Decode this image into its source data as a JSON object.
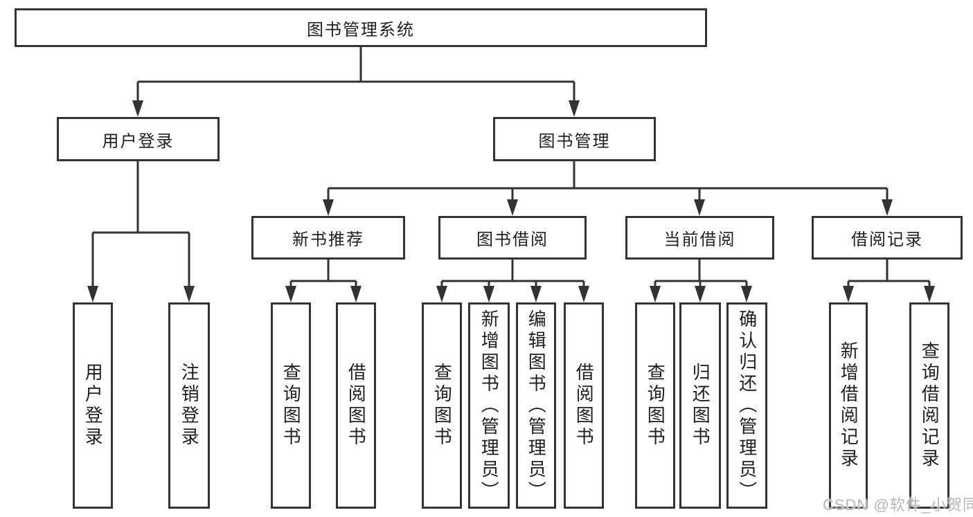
{
  "colors": {
    "line": "#333333",
    "box_border": "#333333",
    "box_background": "#ffffff",
    "text": "#1f1f1f",
    "watermark": "#b6b6b6"
  },
  "root": {
    "label": "图书管理系统"
  },
  "branches": {
    "user": {
      "label": "用户登录",
      "children": [
        {
          "label": "用户登录"
        },
        {
          "label": "注销登录"
        }
      ]
    },
    "book": {
      "label": "图书管理",
      "modules": [
        {
          "label": "新书推荐",
          "children": [
            {
              "label": "查询图书"
            },
            {
              "label": "借阅图书"
            }
          ]
        },
        {
          "label": "图书借阅",
          "children": [
            {
              "label": "查询图书"
            },
            {
              "label": "新增图书（管理员）"
            },
            {
              "label": "编辑图书（管理员）"
            },
            {
              "label": "借阅图书"
            }
          ]
        },
        {
          "label": "当前借阅",
          "children": [
            {
              "label": "查询图书"
            },
            {
              "label": "归还图书"
            },
            {
              "label": "确认归还（管理员）"
            }
          ]
        },
        {
          "label": "借阅记录",
          "children": [
            {
              "label": "新增借阅记录"
            },
            {
              "label": "查询借阅记录"
            }
          ]
        }
      ]
    }
  },
  "watermark": {
    "text": "CSDN @软件_小贺同学"
  }
}
